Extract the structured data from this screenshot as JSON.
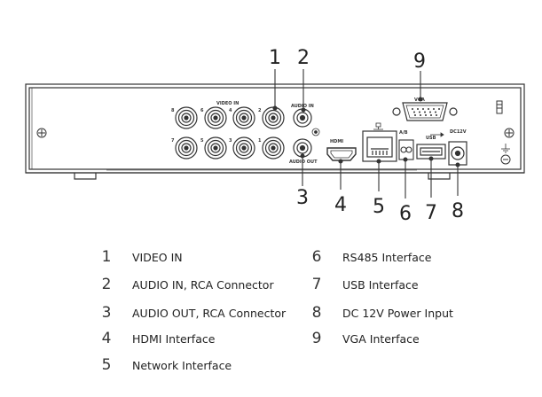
{
  "panel_labels": {
    "video_in": "VIDEO IN",
    "audio_in": "AUDIO IN",
    "audio_out": "AUDIO OUT",
    "hdmi": "HDMI",
    "vga": "VGA",
    "rs485": "A/B",
    "usb": "USB",
    "dc": "DC12V"
  },
  "bnc_numbers": [
    "8",
    "6",
    "4",
    "2",
    "7",
    "5",
    "3",
    "1"
  ],
  "callouts": [
    {
      "n": "1"
    },
    {
      "n": "2"
    },
    {
      "n": "3"
    },
    {
      "n": "4"
    },
    {
      "n": "5"
    },
    {
      "n": "6"
    },
    {
      "n": "7"
    },
    {
      "n": "8"
    },
    {
      "n": "9"
    }
  ],
  "legend": [
    {
      "num": "1",
      "text": "VIDEO IN"
    },
    {
      "num": "2",
      "text": "AUDIO IN, RCA Connector"
    },
    {
      "num": "3",
      "text": "AUDIO OUT, RCA Connector"
    },
    {
      "num": "4",
      "text": "HDMI Interface"
    },
    {
      "num": "5",
      "text": "Network Interface"
    },
    {
      "num": "6",
      "text": "RS485 Interface"
    },
    {
      "num": "7",
      "text": "USB Interface"
    },
    {
      "num": "8",
      "text": "DC 12V Power Input"
    },
    {
      "num": "9",
      "text": "VGA Interface"
    }
  ],
  "colors": {
    "line": "#333333",
    "panel": "#ffffff",
    "text": "#222222"
  }
}
